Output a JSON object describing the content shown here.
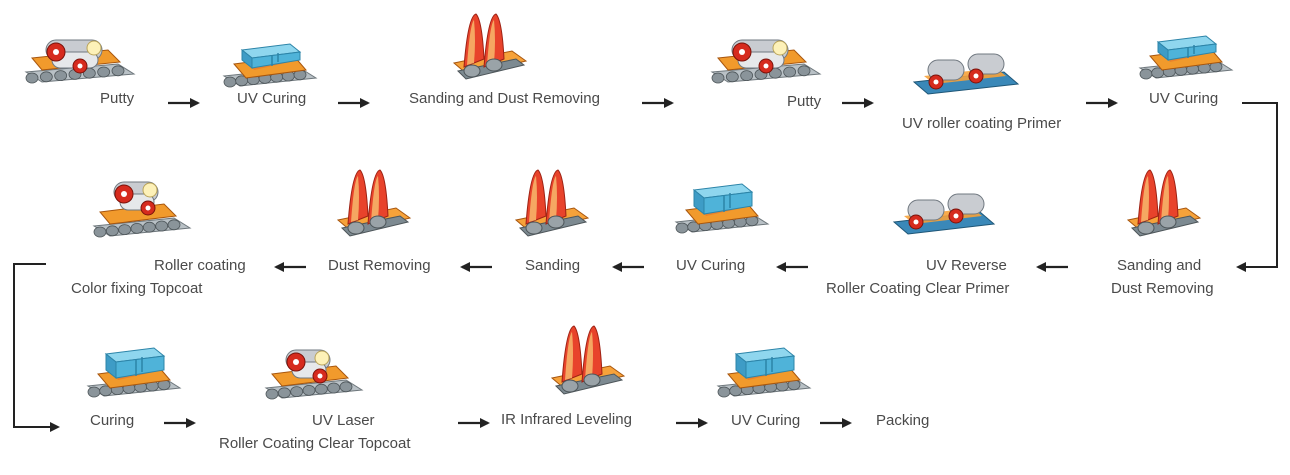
{
  "steps": {
    "r1": [
      "Putty",
      "UV Curing",
      "Sanding and Dust Removing",
      "Putty",
      "UV roller coating Primer",
      "UV Curing"
    ],
    "r2": [
      "Roller coating",
      "Color fixing Topcoat",
      "Dust Removing",
      "Sanding",
      "UV Curing",
      "UV Reverse",
      "Roller Coating Clear Primer",
      "Sanding and",
      "Dust Removing"
    ],
    "r3": [
      "Curing",
      "UV Laser",
      "Roller Coating Clear Topcoat",
      "IR Infrared Leveling",
      "UV Curing",
      "Packing"
    ]
  },
  "icons": {
    "r1": [
      "roller-coater-icon",
      "uv-curing-icon",
      "sanding-machine-icon",
      "roller-coater-icon",
      "roller-coater-wide-icon",
      "uv-curing-icon"
    ],
    "r2": [
      "roller-coater-icon",
      "sanding-machine-icon",
      "sanding-machine-icon",
      "uv-curing-icon",
      "roller-coater-wide-icon",
      "sanding-machine-icon"
    ],
    "r3": [
      "uv-curing-icon",
      "roller-coater-icon",
      "sanding-machine-icon",
      "uv-curing-icon"
    ]
  },
  "colors": {
    "uv_blue": "#4fb3d9",
    "sanding_red": "#e8432b",
    "sanding_orange": "#f6a23a",
    "roller_red": "#d62b1e",
    "roller_silver": "#c9ccd1",
    "conveyor_grey": "#8a949a",
    "arrow": "#222222"
  }
}
